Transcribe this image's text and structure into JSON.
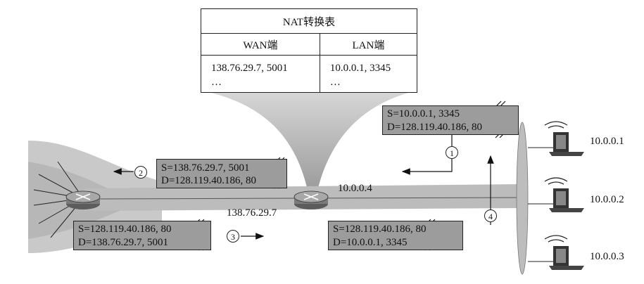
{
  "nat_table": {
    "title": "NAT转换表",
    "col_wan": "WAN端",
    "col_lan": "LAN端",
    "wan_row": "138.76.29.7, 5001",
    "lan_row": "10.0.0.1, 3345",
    "wan_more": "…",
    "lan_more": "…"
  },
  "packets": {
    "p1": {
      "src": "S=10.0.0.1, 3345",
      "dst": "D=128.119.40.186, 80",
      "step": "1"
    },
    "p2": {
      "src": "S=138.76.29.7,  5001",
      "dst": "D=128.119.40.186,  80",
      "step": "2"
    },
    "p3": {
      "src": "S=128.119.40.186,  80",
      "dst": "D=138.76.29.7,  5001",
      "step": "3"
    },
    "p4": {
      "src": "S=128.119.40.186,  80",
      "dst": "D=10.0.0.1,  3345",
      "step": "4"
    }
  },
  "addresses": {
    "router_wan": "138.76.29.7",
    "router_lan": "10.0.0.4",
    "host1": "10.0.0.1",
    "host2": "10.0.0.2",
    "host3": "10.0.0.3"
  }
}
